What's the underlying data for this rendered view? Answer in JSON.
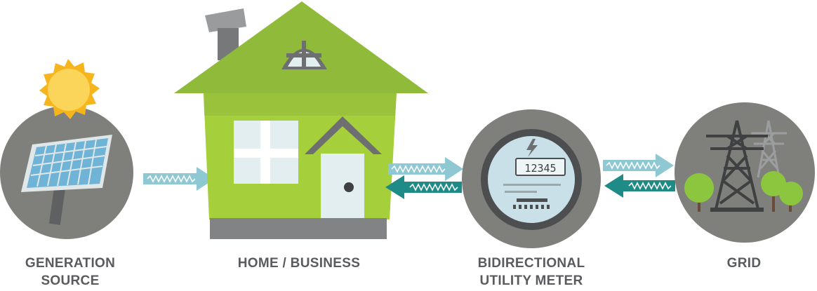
{
  "nodes": {
    "generation": {
      "line1": "GENERATION",
      "line2": "SOURCE"
    },
    "home": {
      "line1": "HOME / BUSINESS"
    },
    "meter": {
      "line1": "BIDIRECTIONAL",
      "line2": "UTILITY METER",
      "reading": "12345"
    },
    "grid": {
      "line1": "GRID"
    }
  },
  "colors": {
    "circle_bg": "#7f807b",
    "house_green": "#a6cf3c",
    "roof_green": "#8fba3a",
    "sun_yellow": "#f6b51c",
    "arrow_forward": "#8ec8d3",
    "arrow_return": "#1e8b86",
    "label_text": "#5a5b5e"
  },
  "icons": [
    "sun-icon",
    "solar-panel-icon",
    "house-icon",
    "meter-icon",
    "lightning-icon",
    "transmission-tower-icon",
    "tree-icon"
  ]
}
